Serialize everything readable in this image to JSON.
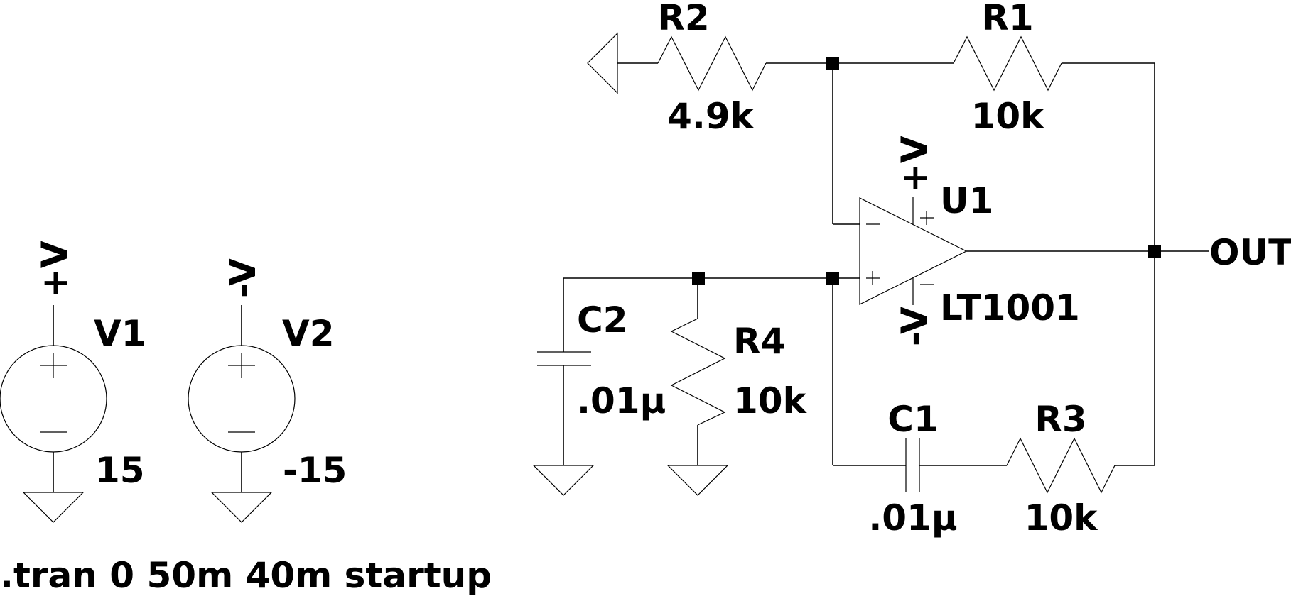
{
  "schematic": {
    "components": {
      "R1": {
        "ref": "R1",
        "value": "10k"
      },
      "R2": {
        "ref": "R2",
        "value": "4.9k"
      },
      "R3": {
        "ref": "R3",
        "value": "10k"
      },
      "R4": {
        "ref": "R4",
        "value": "10k"
      },
      "C1": {
        "ref": "C1",
        "value": ".01μ"
      },
      "C2": {
        "ref": "C2",
        "value": ".01μ"
      },
      "U1": {
        "ref": "U1",
        "value": "LT1001"
      },
      "V1": {
        "ref": "V1",
        "value": "15"
      },
      "V2": {
        "ref": "V2",
        "value": "-15"
      }
    },
    "net_labels": {
      "vplus": "+V",
      "vminus": "-V",
      "out": "OUT"
    },
    "pin_marks": {
      "plus": "+",
      "minus": "−"
    },
    "directive": ".tran 0 50m 40m startup"
  }
}
